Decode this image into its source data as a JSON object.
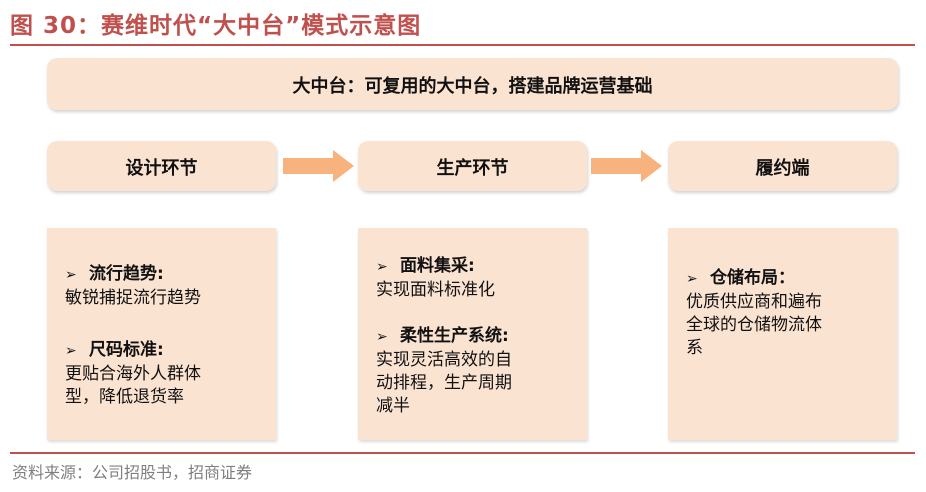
{
  "figure": {
    "title": "图 30：赛维时代“大中台”模式示意图",
    "source": "资料来源：公司招股书，招商证券"
  },
  "banner": {
    "text": "大中台：可复用的大中台，搭建品牌运营基础"
  },
  "stages": [
    {
      "label": "设计环节"
    },
    {
      "label": "生产环节"
    },
    {
      "label": "履约端"
    }
  ],
  "details": [
    {
      "items": [
        {
          "heading": "流行趋势:",
          "lines": [
            "敏锐捕捉流行趋势"
          ]
        },
        {
          "heading": "尺码标准:",
          "lines": [
            "更贴合海外人群体",
            "型，降低退货率"
          ]
        }
      ]
    },
    {
      "items": [
        {
          "heading": "面料集采:",
          "lines": [
            "实现面料标准化"
          ]
        },
        {
          "heading": "柔性生产系统:",
          "lines": [
            "实现灵活高效的自",
            "动排程，生产周期",
            "减半"
          ]
        }
      ]
    },
    {
      "items": [
        {
          "heading": "仓储布局：",
          "lines": [
            "优质供应商和遍布",
            "全球的仓储物流体",
            "系"
          ]
        }
      ]
    }
  ],
  "bullet_symbol": "➢",
  "colors": {
    "box_fill": "#fbe3d2",
    "arrow": "#f8b27d",
    "title_red": "#c0504d",
    "source_gray": "#7f7f7f"
  },
  "icons": {
    "flow_arrow": "right-arrow-icon"
  }
}
